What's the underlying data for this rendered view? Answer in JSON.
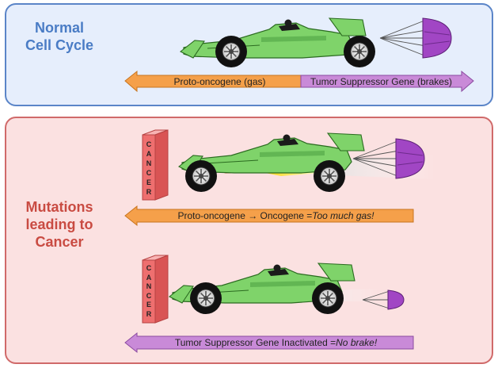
{
  "sections": {
    "normal": {
      "heading": "Normal\nCell Cycle",
      "left_arrow_label": "Proto-oncogene (gas)",
      "right_arrow_label": "Tumor Suppressor Gene (brakes)"
    },
    "cancer": {
      "heading": "Mutations\nleading to\nCancer",
      "wall_label": "CANCER",
      "gas_arrow_prefix": "Proto-oncogene → Oncogene = ",
      "gas_arrow_emphasis": "Too much gas!",
      "brake_arrow_prefix": "Tumor Suppressor Gene Inactivated = ",
      "brake_arrow_emphasis": "No brake!"
    }
  },
  "colors": {
    "gas_orange": "#f5a04a",
    "brake_purple": "#c98ad8",
    "car_green": "#7fd36a",
    "parachute_purple": "#a146c4",
    "wall_red": "#ee6f6f"
  }
}
